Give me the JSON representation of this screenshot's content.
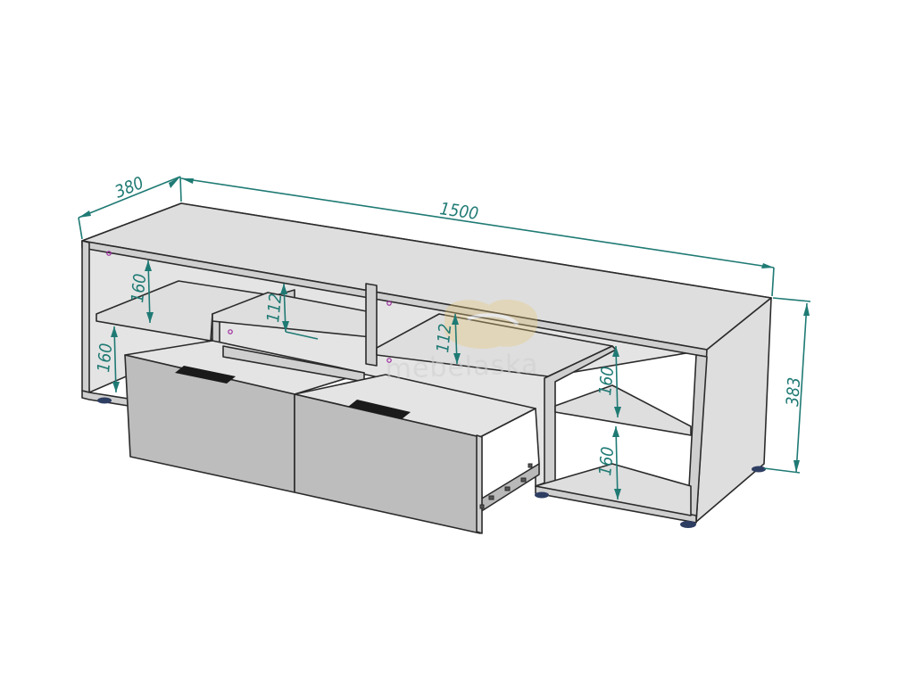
{
  "dimensions": {
    "depth": "380",
    "width": "1500",
    "height": "383",
    "shelf_left_upper": "160",
    "shelf_left_lower": "160",
    "shelf_center_left": "112",
    "shelf_center_right": "112",
    "shelf_right_upper": "160",
    "shelf_right_lower": "160"
  },
  "watermark": {
    "text": "mebelaska"
  },
  "colors": {
    "dimension": "#1f7a74",
    "top_surface": "#dedede",
    "panel": "#cfcfcf",
    "panel_dark": "#b9b9b9",
    "interior": "#e4e4e4",
    "drawer_front": "#bdbdbd",
    "foot": "#2e3e63",
    "handle": "#1a1a1a",
    "marker": "#9c2a9c",
    "watermark": "#e8c77a"
  }
}
